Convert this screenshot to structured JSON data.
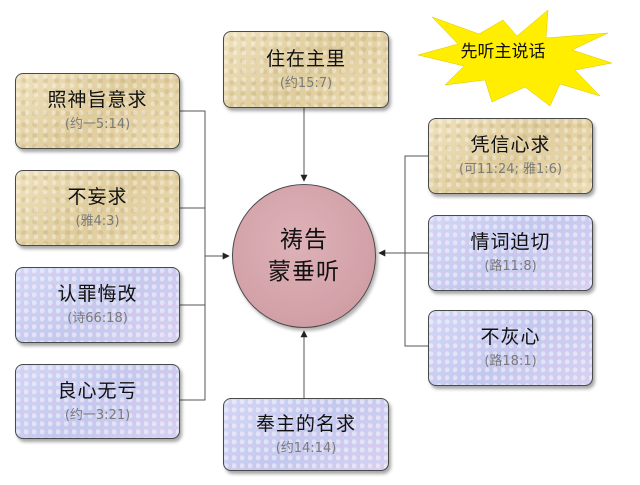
{
  "burst_label": "先听主说话",
  "center": {
    "line1": "祷告",
    "line2": "蒙垂听"
  },
  "top_box": {
    "title": "住在主里",
    "ref": "(约15:7)"
  },
  "bottom_box": {
    "title": "奉主的名求",
    "ref": "(约14:14)"
  },
  "left_boxes": [
    {
      "title": "照神旨意求",
      "ref": "(约一5:14)"
    },
    {
      "title": "不妄求",
      "ref": "(雅4:3)"
    },
    {
      "title": "认罪悔改",
      "ref": "(诗66:18)"
    },
    {
      "title": "良心无亏",
      "ref": "(约一3:21)"
    }
  ],
  "right_boxes": [
    {
      "title": "凭信心求",
      "ref": "(可11:24; 雅1:6)"
    },
    {
      "title": "情词迫切",
      "ref": "(路11:8)"
    },
    {
      "title": "不灰心",
      "ref": "(路18:1)"
    }
  ],
  "colors": {
    "tan_box": "#e8d9b0",
    "blue_box": "#c9d0f2",
    "center": "#d4a2a9",
    "burst": "#ffee00"
  }
}
